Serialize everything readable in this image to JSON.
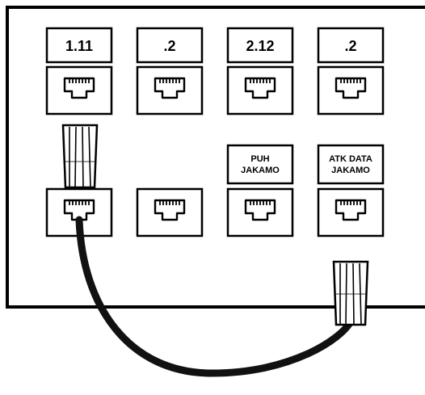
{
  "panel": {
    "top_row": [
      {
        "label": ".1.11",
        "display": "1.11"
      },
      {
        "label": ".2"
      },
      {
        "label": "2.12"
      },
      {
        "label": ".2"
      }
    ],
    "bottom_row": [
      {
        "label_line1": "",
        "label_line2": ""
      },
      {
        "label_line1": "",
        "label_line2": ""
      },
      {
        "label_line1": "PUH",
        "label_line2": "JAKAMO"
      },
      {
        "label_line1": "ATK DATA",
        "label_line2": "JAKAMO"
      }
    ]
  },
  "colors": {
    "stroke": "#000000",
    "background": "#ffffff",
    "cable": "#111111"
  },
  "icons": [
    "ethernet-port-icon",
    "rj45-plug-icon",
    "patch-cable-icon"
  ]
}
